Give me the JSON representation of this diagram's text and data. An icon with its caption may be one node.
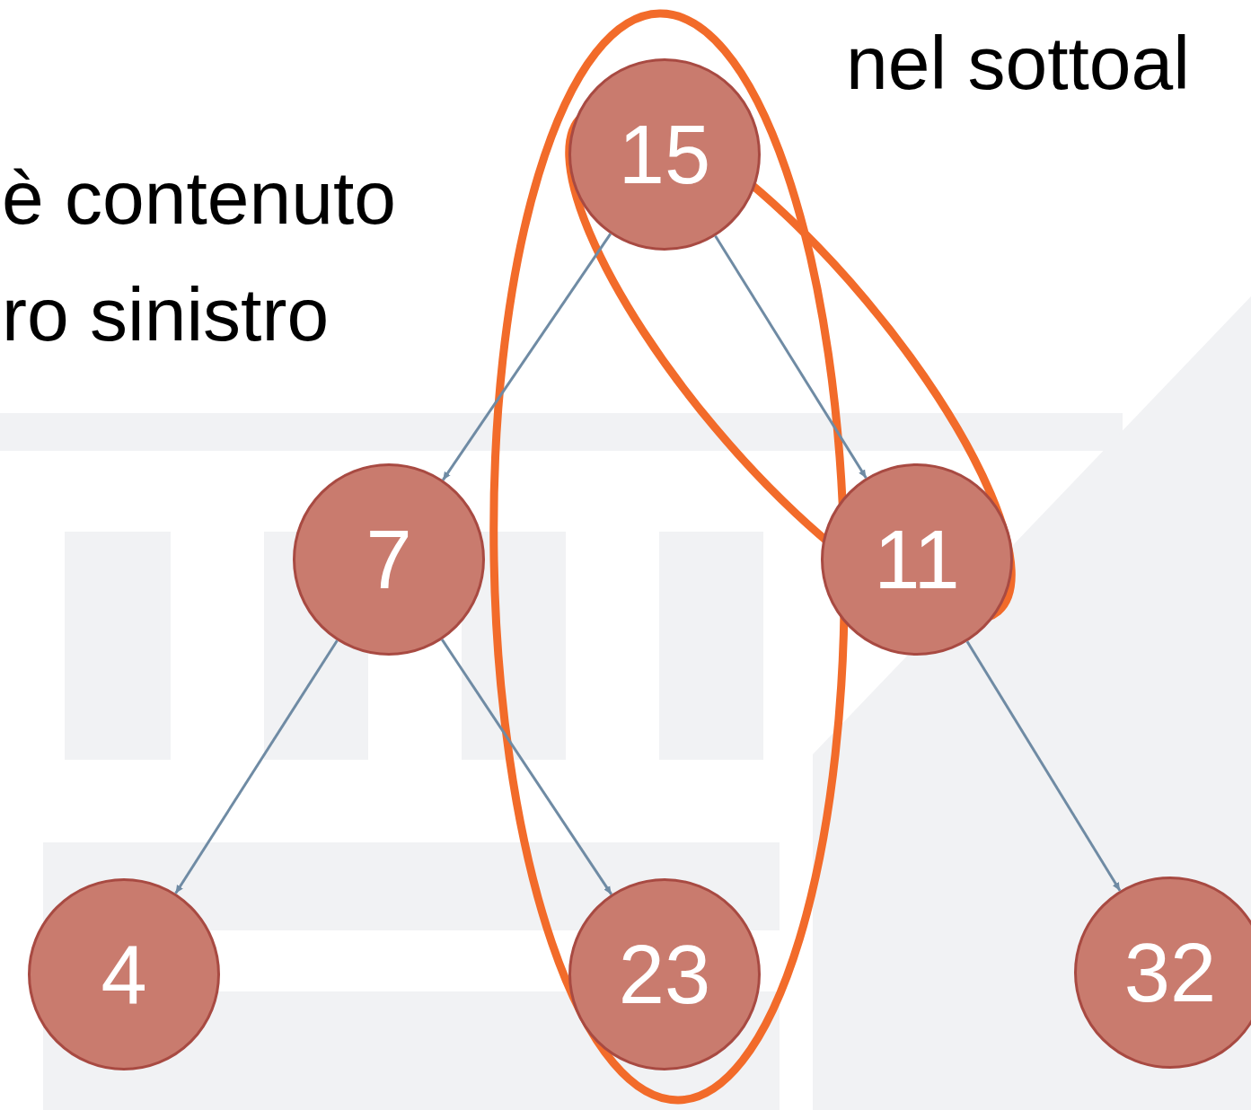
{
  "diagram": {
    "nodes": [
      {
        "text": [
          "15"
        ]
      },
      {
        "text": [
          "7"
        ]
      },
      {
        "text": [
          "11"
        ]
      },
      {
        "text": [
          "4"
        ]
      },
      {
        "text": [
          "23"
        ]
      },
      {
        "text": [
          "32"
        ]
      }
    ],
    "edges": [
      {
        "from": 0,
        "to": 1,
        "arrow": "to"
      },
      {
        "from": 0,
        "to": 2,
        "arrow": "to"
      },
      {
        "from": 1,
        "to": 3,
        "arrow": "to"
      },
      {
        "from": 1,
        "to": 4,
        "arrow": "to"
      },
      {
        "from": 2,
        "to": 5,
        "arrow": "to"
      }
    ],
    "labels": [
      "nel sottoal",
      "è contenuto",
      "ro sinistro"
    ]
  }
}
